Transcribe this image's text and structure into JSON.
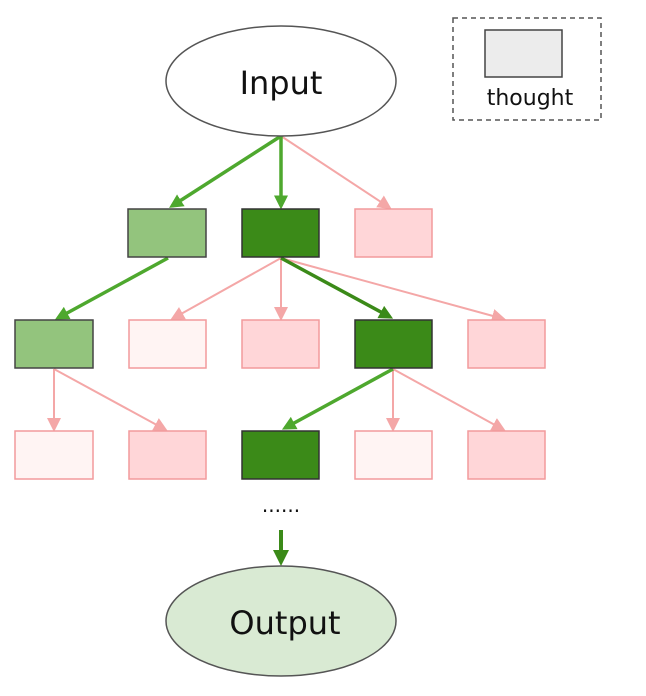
{
  "input_label": "Input",
  "output_label": "Output",
  "legend_label": "thought",
  "ellipsis": "......",
  "colors": {
    "chosen_dark": "#3b8a18",
    "chosen_light": "#93c47d",
    "rejected_pink": "#ffd6d8",
    "rejected_pale": "#fff4f3",
    "rejected_border": "#f29a9c",
    "chosen_edge": "#4ea82e",
    "rejected_edge": "#f4a7a7",
    "output_fill": "#d9ead3",
    "legend_fill": "#ececec"
  }
}
